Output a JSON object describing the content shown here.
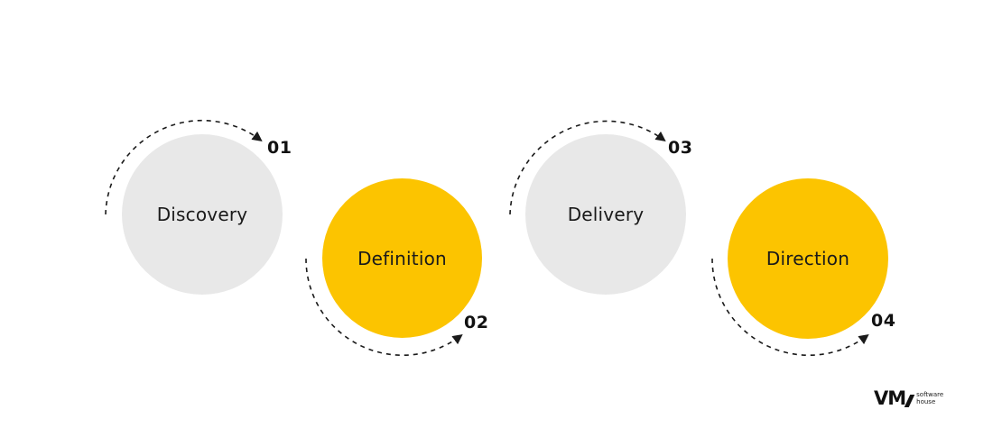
{
  "colors": {
    "grey_circle": "#e8e8e8",
    "yellow_circle": "#fcc400",
    "arrow": "#1a1a1a",
    "text": "#1a1a1a"
  },
  "steps": [
    {
      "number": "01",
      "label": "Discovery",
      "fill": "grey"
    },
    {
      "number": "02",
      "label": "Definition",
      "fill": "yellow"
    },
    {
      "number": "03",
      "label": "Delivery",
      "fill": "grey"
    },
    {
      "number": "04",
      "label": "Direction",
      "fill": "yellow"
    }
  ],
  "logo": {
    "mark": "VM",
    "line1": "software",
    "line2": "house"
  }
}
